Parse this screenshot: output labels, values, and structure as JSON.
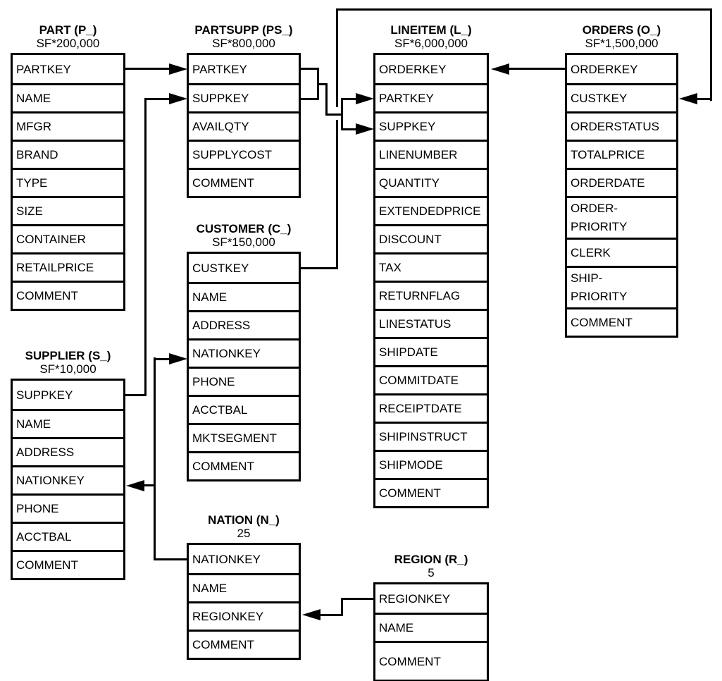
{
  "tables": [
    {
      "name": "PART",
      "title": "PART (P_)",
      "cardinality": "SF*200,000",
      "columns": [
        "PARTKEY",
        "NAME",
        "MFGR",
        "BRAND",
        "TYPE",
        "SIZE",
        "CONTAINER",
        "RETAILPRICE",
        "COMMENT"
      ]
    },
    {
      "name": "PARTSUPP",
      "title": "PARTSUPP (PS_)",
      "cardinality": "SF*800,000",
      "columns": [
        "PARTKEY",
        "SUPPKEY",
        "AVAILQTY",
        "SUPPLYCOST",
        "COMMENT"
      ]
    },
    {
      "name": "LINEITEM",
      "title": "LINEITEM (L_)",
      "cardinality": "SF*6,000,000",
      "columns": [
        "ORDERKEY",
        "PARTKEY",
        "SUPPKEY",
        "LINENUMBER",
        "QUANTITY",
        "EXTENDEDPRICE",
        "DISCOUNT",
        "TAX",
        "RETURNFLAG",
        "LINESTATUS",
        "SHIPDATE",
        "COMMITDATE",
        "RECEIPTDATE",
        "SHIPINSTRUCT",
        "SHIPMODE",
        "COMMENT"
      ]
    },
    {
      "name": "ORDERS",
      "title": "ORDERS (O_)",
      "cardinality": "SF*1,500,000",
      "columns": [
        "ORDERKEY",
        "CUSTKEY",
        "ORDERSTATUS",
        "TOTALPRICE",
        "ORDERDATE",
        "ORDER-\nPRIORITY",
        "CLERK",
        "SHIP-\nPRIORITY",
        "COMMENT"
      ]
    },
    {
      "name": "CUSTOMER",
      "title": "CUSTOMER (C_)",
      "cardinality": "SF*150,000",
      "columns": [
        "CUSTKEY",
        "NAME",
        "ADDRESS",
        "NATIONKEY",
        "PHONE",
        "ACCTBAL",
        "MKTSEGMENT",
        "COMMENT"
      ]
    },
    {
      "name": "SUPPLIER",
      "title": "SUPPLIER (S_)",
      "cardinality": "SF*10,000",
      "columns": [
        "SUPPKEY",
        "NAME",
        "ADDRESS",
        "NATIONKEY",
        "PHONE",
        "ACCTBAL",
        "COMMENT"
      ]
    },
    {
      "name": "NATION",
      "title": "NATION (N_)",
      "cardinality": "25",
      "columns": [
        "NATIONKEY",
        "NAME",
        "REGIONKEY",
        "COMMENT"
      ]
    },
    {
      "name": "REGION",
      "title": "REGION (R_)",
      "cardinality": "5",
      "columns": [
        "REGIONKEY",
        "NAME",
        "COMMENT"
      ]
    }
  ],
  "relationships": [
    {
      "from": "PART.PARTKEY",
      "to": "PARTSUPP.PARTKEY"
    },
    {
      "from": "SUPPLIER.SUPPKEY",
      "to": "PARTSUPP.SUPPKEY"
    },
    {
      "from": "PARTSUPP.PARTKEY",
      "to": "LINEITEM.PARTKEY"
    },
    {
      "from": "PARTSUPP.SUPPKEY",
      "to": "LINEITEM.SUPPKEY"
    },
    {
      "from": "ORDERS.ORDERKEY",
      "to": "LINEITEM.ORDERKEY"
    },
    {
      "from": "CUSTOMER.CUSTKEY",
      "to": "ORDERS.CUSTKEY"
    },
    {
      "from": "NATION.NATIONKEY",
      "to": "CUSTOMER.NATIONKEY"
    },
    {
      "from": "NATION.NATIONKEY",
      "to": "SUPPLIER.NATIONKEY"
    },
    {
      "from": "REGION.REGIONKEY",
      "to": "NATION.REGIONKEY"
    }
  ],
  "colors": {
    "line": "#000000",
    "background": "#ffffff",
    "text": "#000000"
  }
}
